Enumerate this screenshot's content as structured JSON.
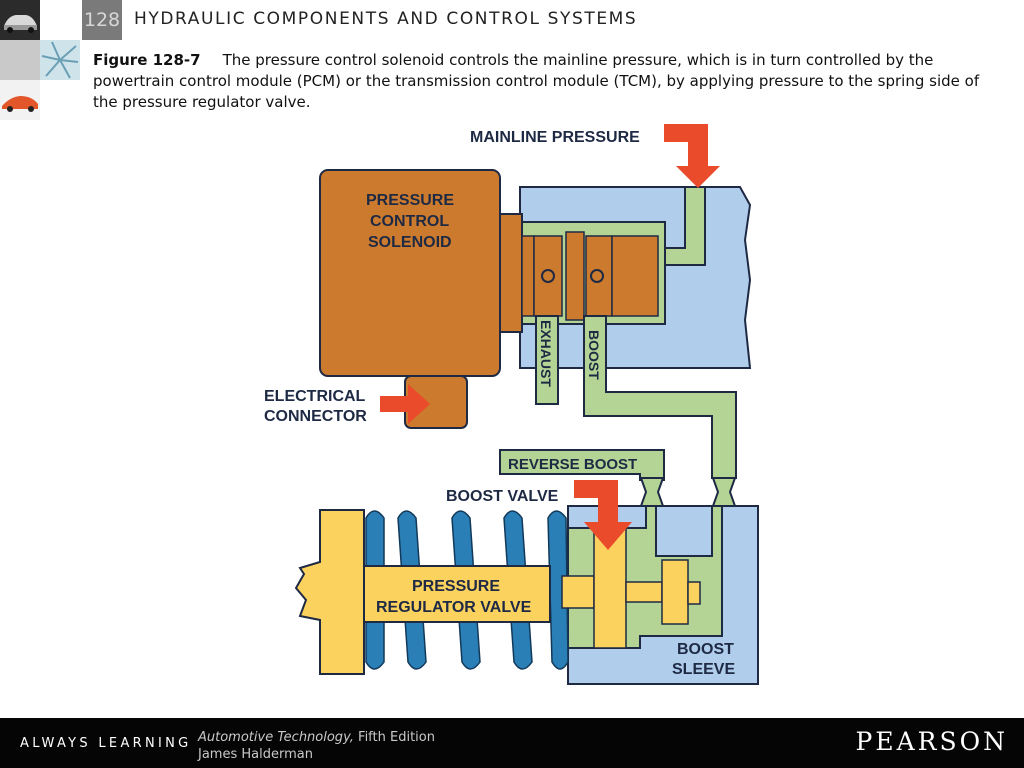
{
  "header": {
    "chapter_number": "128",
    "title": "HYDRAULIC COMPONENTS AND CONTROL SYSTEMS"
  },
  "caption": {
    "figure_label": "Figure 128-7",
    "text": "The pressure control solenoid controls the mainline pressure, which is in turn controlled by the powertrain control module (PCM) or the transmission control module (TCM), by applying pressure to the spring side of the pressure regulator valve."
  },
  "diagram": {
    "labels": {
      "mainline_pressure": "MAINLINE PRESSURE",
      "solenoid_line1": "PRESSURE",
      "solenoid_line2": "CONTROL",
      "solenoid_line3": "SOLENOID",
      "exhaust": "EXHAUST",
      "boost": "BOOST",
      "electrical_line1": "ELECTRICAL",
      "electrical_line2": "CONNECTOR",
      "reverse_boost": "REVERSE BOOST",
      "boost_valve": "BOOST VALVE",
      "regulator_line1": "PRESSURE",
      "regulator_line2": "REGULATOR VALVE",
      "sleeve_line1": "BOOST",
      "sleeve_line2": "SLEEVE"
    },
    "colors": {
      "solenoid": "#cc7a2e",
      "fluid_blue": "#b0cdec",
      "passage_green": "#b3d494",
      "arrow_red": "#ea4b2a",
      "spring_blue": "#2a7fb6",
      "valve_yellow": "#fcd25f"
    }
  },
  "footer": {
    "tagline": "ALWAYS LEARNING",
    "book_title": "Automotive Technology,",
    "edition": "Fifth Edition",
    "author": "James Halderman",
    "publisher": "PEARSON"
  }
}
